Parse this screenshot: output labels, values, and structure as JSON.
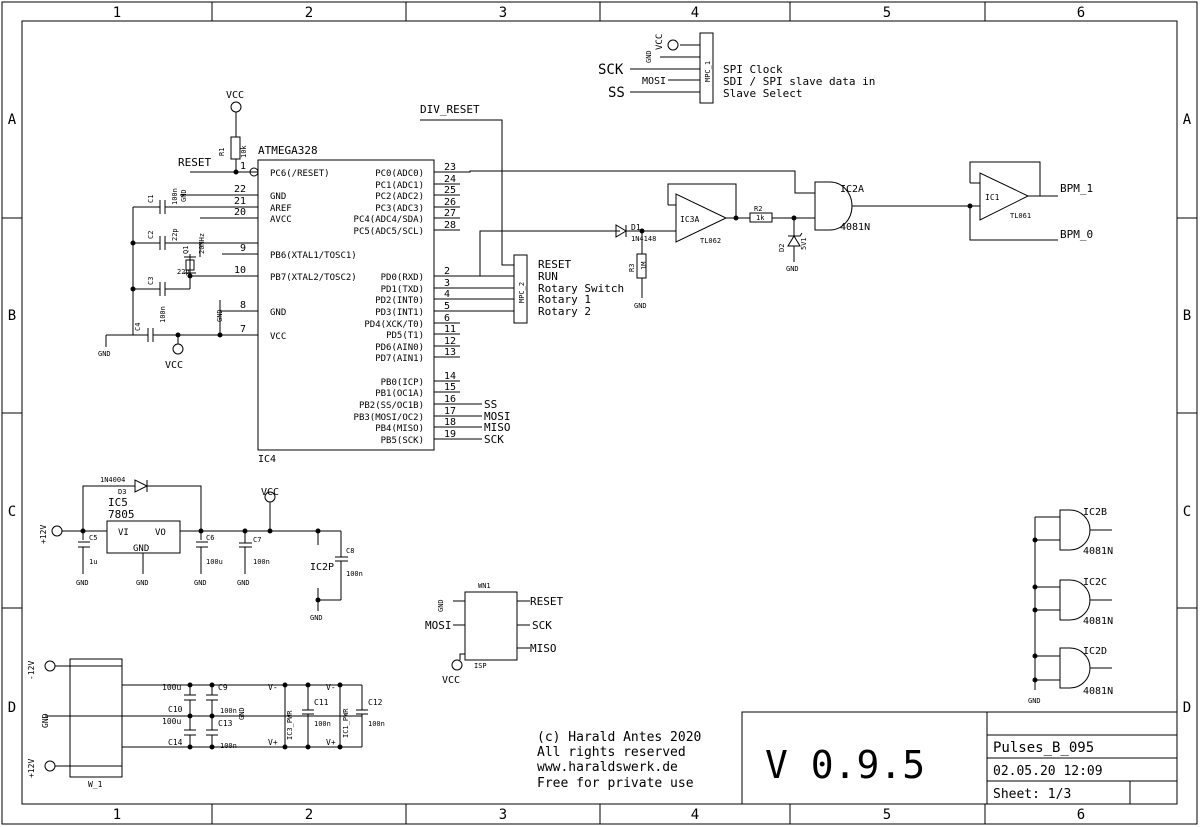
{
  "frame": {
    "columns": [
      "1",
      "2",
      "3",
      "4",
      "5",
      "6"
    ],
    "rows": [
      "A",
      "B",
      "C",
      "D"
    ]
  },
  "mcu": {
    "name": "ATMEGA328",
    "ref": "IC4",
    "left_pins": [
      {
        "num": "1",
        "name": "PC6(/RESET)"
      },
      {
        "num": "22",
        "name": "GND"
      },
      {
        "num": "21",
        "name": "AREF"
      },
      {
        "num": "20",
        "name": "AVCC"
      },
      {
        "num": "9",
        "name": "PB6(XTAL1/TOSC1)"
      },
      {
        "num": "10",
        "name": "PB7(XTAL2/TOSC2)"
      },
      {
        "num": "8",
        "name": "GND"
      },
      {
        "num": "7",
        "name": "VCC"
      }
    ],
    "right_pins": [
      {
        "num": "23",
        "name": "PC0(ADC0)"
      },
      {
        "num": "24",
        "name": "PC1(ADC1)"
      },
      {
        "num": "25",
        "name": "PC2(ADC2)"
      },
      {
        "num": "26",
        "name": "PC3(ADC3)"
      },
      {
        "num": "27",
        "name": "PC4(ADC4/SDA)"
      },
      {
        "num": "28",
        "name": "PC5(ADC5/SCL)"
      },
      {
        "num": "2",
        "name": "PD0(RXD)"
      },
      {
        "num": "3",
        "name": "PD1(TXD)"
      },
      {
        "num": "4",
        "name": "PD2(INT0)"
      },
      {
        "num": "5",
        "name": "PD3(INT1)"
      },
      {
        "num": "6",
        "name": "PD4(XCK/T0)"
      },
      {
        "num": "11",
        "name": "PD5(T1)"
      },
      {
        "num": "12",
        "name": "PD6(AIN0)"
      },
      {
        "num": "13",
        "name": "PD7(AIN1)"
      },
      {
        "num": "14",
        "name": "PB0(ICP)"
      },
      {
        "num": "15",
        "name": "PB1(OC1A)"
      },
      {
        "num": "16",
        "name": "PB2(SS/OC1B)"
      },
      {
        "num": "17",
        "name": "PB3(MOSI/OC2)"
      },
      {
        "num": "18",
        "name": "PB4(MISO)"
      },
      {
        "num": "19",
        "name": "PB5(SCK)"
      }
    ]
  },
  "nets": {
    "vcc": "VCC",
    "gnd": "GND",
    "reset": "RESET",
    "div_reset": "DIV_RESET",
    "ss": "SS",
    "mosi": "MOSI",
    "miso": "MISO",
    "sck": "SCK",
    "bpm1": "BPM_1",
    "bpm0": "BPM_0",
    "plus12": "+12V",
    "minus12": "-12V"
  },
  "parts": {
    "r1": {
      "ref": "R1",
      "val": "10k"
    },
    "c1": {
      "ref": "C1",
      "val": "100n"
    },
    "c2": {
      "ref": "C2",
      "val": "22p"
    },
    "c3": {
      "ref": "C3",
      "val": "22p"
    },
    "c4": {
      "ref": "C4",
      "val": "100n"
    },
    "q1": {
      "ref": "Q1",
      "val": "20MHz"
    },
    "d1": {
      "ref": "D1",
      "val": "1N4148"
    },
    "r3": {
      "ref": "R3",
      "val": "1M"
    },
    "r2": {
      "ref": "R2",
      "val": "1k"
    },
    "d2": {
      "ref": "D2",
      "val": "5V1"
    },
    "ic3a": {
      "ref": "IC3A",
      "val": "TL062"
    },
    "ic2a": {
      "ref": "IC2A",
      "val": "4081N"
    },
    "ic1": {
      "ref": "IC1",
      "val": "TL061"
    },
    "ic2b": {
      "ref": "IC2B",
      "val": "4081N"
    },
    "ic2c": {
      "ref": "IC2C",
      "val": "4081N"
    },
    "ic2d": {
      "ref": "IC2D",
      "val": "4081N"
    },
    "ic2p": {
      "ref": "IC2P"
    },
    "d3": {
      "ref": "D3",
      "val": "1N4004"
    },
    "ic5": {
      "ref": "IC5",
      "val": "7805",
      "vi": "VI",
      "vo": "VO",
      "gnd": "GND"
    },
    "c5": {
      "ref": "C5",
      "val": "1u"
    },
    "c6": {
      "ref": "C6",
      "val": "100u"
    },
    "c7": {
      "ref": "C7",
      "val": "100n"
    },
    "c8": {
      "ref": "C8",
      "val": "100n"
    },
    "c9": {
      "ref": "C9",
      "val": "100n"
    },
    "c10": {
      "ref": "C10",
      "val": "100u"
    },
    "c13": {
      "ref": "C13",
      "val": "100n"
    },
    "c14": {
      "ref": "C14",
      "val": "100u"
    },
    "c11": {
      "ref": "C11",
      "val": "100n"
    },
    "c12": {
      "ref": "C12",
      "val": "100n"
    },
    "ic3pwr": {
      "ref": "IC3_PWR"
    },
    "ic1pwr": {
      "ref": "IC1_PWR"
    },
    "vminus": "V-",
    "vplus": "V+",
    "w1": {
      "ref": "W_1"
    },
    "isp": {
      "ref": "ISP",
      "hdr": "WN1"
    }
  },
  "mpc1": {
    "ref": "MPC_1",
    "signals": [
      "SCK",
      "MOSI",
      "SS"
    ],
    "descriptions": [
      "SPI Clock",
      "SDI / SPI slave data in",
      "Slave Select"
    ]
  },
  "mpc2": {
    "ref": "MPC_2",
    "signals": [
      "RESET",
      "RUN",
      "Rotary Switch",
      "Rotary 1",
      "Rotary 2"
    ]
  },
  "copyright": [
    "(c) Harald Antes 2020",
    "All rights reserved",
    "www.haraldswerk.de",
    "Free for private use"
  ],
  "titleblock": {
    "version": "V 0.9.5",
    "name": "Pulses_B_095",
    "date": "02.05.20 12:09",
    "sheet": "Sheet: 1/3"
  }
}
